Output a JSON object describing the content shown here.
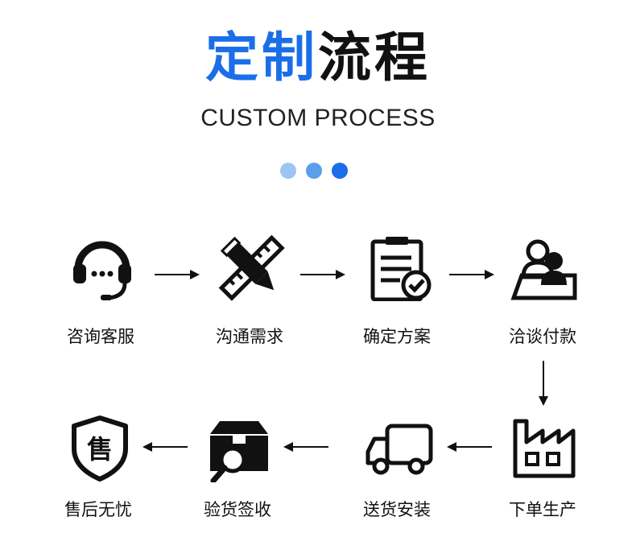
{
  "header": {
    "title_blue": "定制",
    "title_black": "流程",
    "subtitle": "CUSTOM PROCESS",
    "dot_colors": [
      "#9cc5f3",
      "#5a9eec",
      "#1a6fe8"
    ]
  },
  "steps": [
    {
      "label": "咨询客服",
      "icon": "headset-icon"
    },
    {
      "label": "沟通需求",
      "icon": "pencil-ruler-icon"
    },
    {
      "label": "确定方案",
      "icon": "clipboard-check-icon"
    },
    {
      "label": "洽谈付款",
      "icon": "meeting-icon"
    },
    {
      "label": "下单生产",
      "icon": "factory-icon"
    },
    {
      "label": "送货安装",
      "icon": "truck-icon"
    },
    {
      "label": "验货签收",
      "icon": "box-inspect-icon"
    },
    {
      "label": "售后无忧",
      "icon": "shield-icon"
    }
  ],
  "shield_char": "售"
}
